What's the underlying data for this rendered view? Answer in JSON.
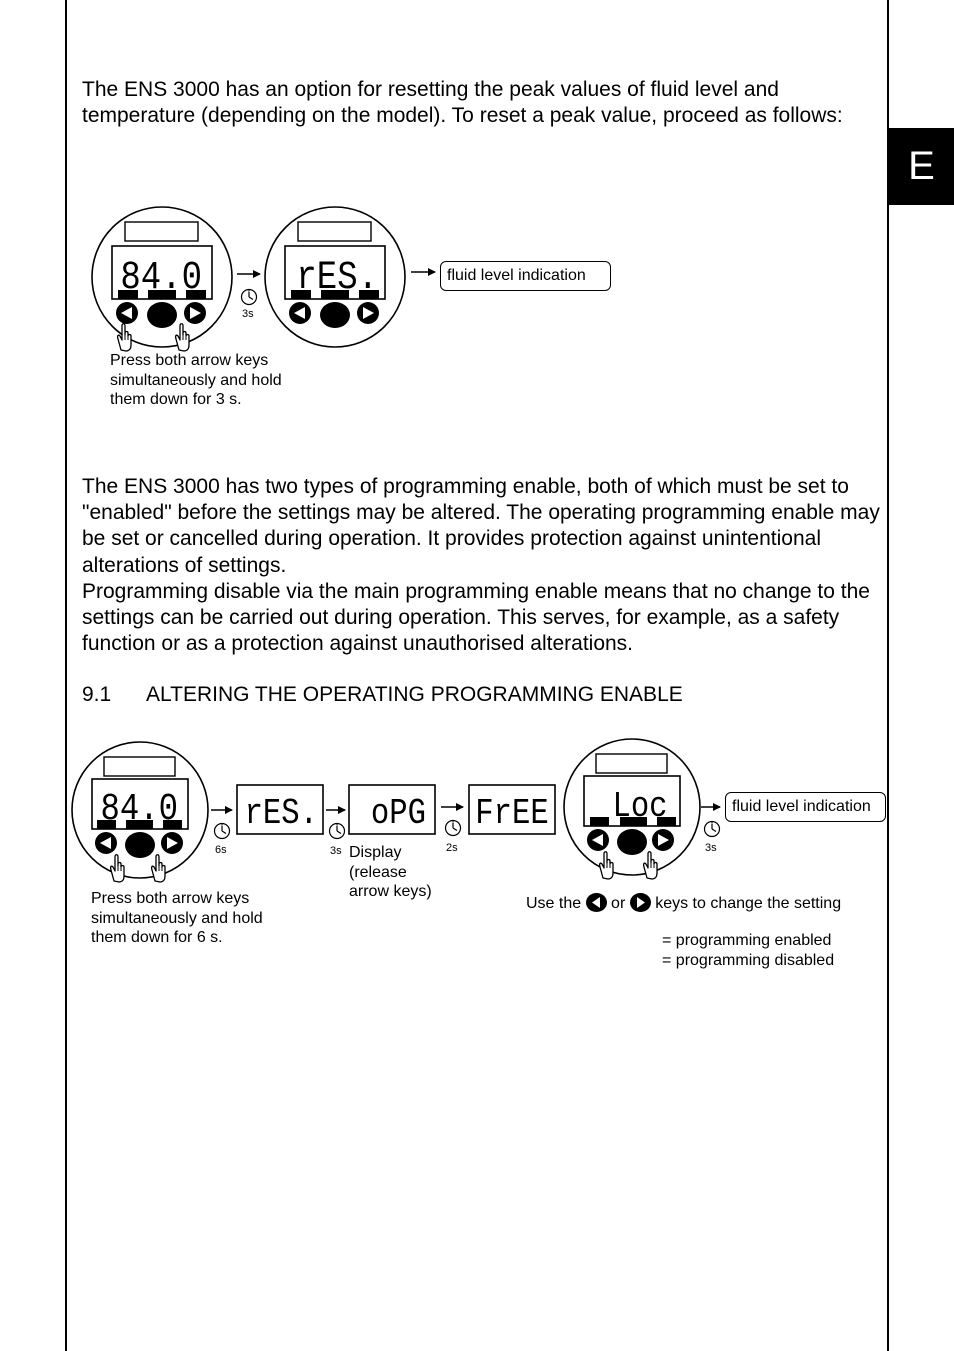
{
  "tab_letter": "E",
  "intro_paragraph": "The ENS 3000 has an option for resetting the peak values of fluid level and temperature (depending on the model). To reset a peak value, proceed as follows:",
  "reset_diagram": {
    "display_1": "84.0",
    "display_2": "rES.",
    "timer_label": "3s",
    "result_label": "fluid level indication",
    "caption": "Press both arrow keys simultaneously and hold them down for 3 s."
  },
  "programming_paragraph": "The ENS 3000 has two types of programming enable, both of which must be set to \"enabled\" before the settings may be altered.  The operating programming enable may be set or cancelled during operation. It provides protection against unintentional alterations of settings.",
  "disable_paragraph": "Programming disable via the main programming enable means that no change to the settings can be carried out during operation. This serves, for example, as a safety function or as a protection against unauthorised alterations.",
  "section": {
    "number": "9.1",
    "title": "ALTERING THE OPERATING PROGRAMMING ENABLE"
  },
  "enable_diagram": {
    "display_1": "84.0",
    "display_2": "rES.",
    "display_3": "oPG",
    "display_4": "FrEE",
    "display_5": "Loc",
    "timer_1": "6s",
    "timer_2": "3s",
    "timer_3": "2s",
    "timer_4": "3s",
    "release_note": "Display (release arrow keys)",
    "result_label": "fluid level indication",
    "caption": "Press both arrow keys simultaneously and hold them down for 6 s.",
    "use_keys_prefix": "Use the",
    "use_keys_or": "or",
    "use_keys_suffix": "keys to change the setting",
    "option_enabled": "= programming enabled",
    "option_disabled": "= programming disabled"
  }
}
